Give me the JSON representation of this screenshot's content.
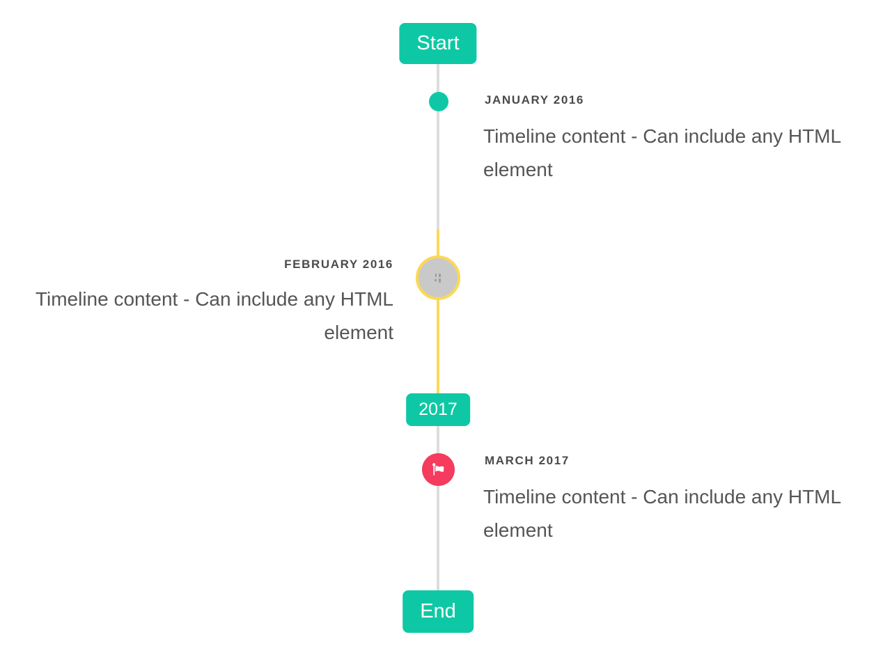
{
  "timeline": {
    "start_label": "Start",
    "year_badge": "2017",
    "end_label": "End",
    "entries": [
      {
        "side": "right",
        "date": "JANUARY 2016",
        "content": "Timeline content - Can include any HTML element",
        "marker": "teal-dot"
      },
      {
        "side": "left",
        "date": "FEBRUARY 2016",
        "content": "Timeline content - Can include any HTML element",
        "marker": "image-placeholder-circle"
      },
      {
        "side": "right",
        "date": "MARCH 2017",
        "content": "Timeline content - Can include any HTML element",
        "marker": "flag-circle"
      }
    ],
    "colors": {
      "accent_teal": "#0ec8a5",
      "accent_yellow": "#fcd856",
      "accent_red": "#f53b5e",
      "line_gray": "#dddddd",
      "marker_gray_fill": "#c9c9c9",
      "date_text": "#4a4a4a",
      "content_text": "#555555",
      "badge_text": "#ffffff"
    }
  }
}
